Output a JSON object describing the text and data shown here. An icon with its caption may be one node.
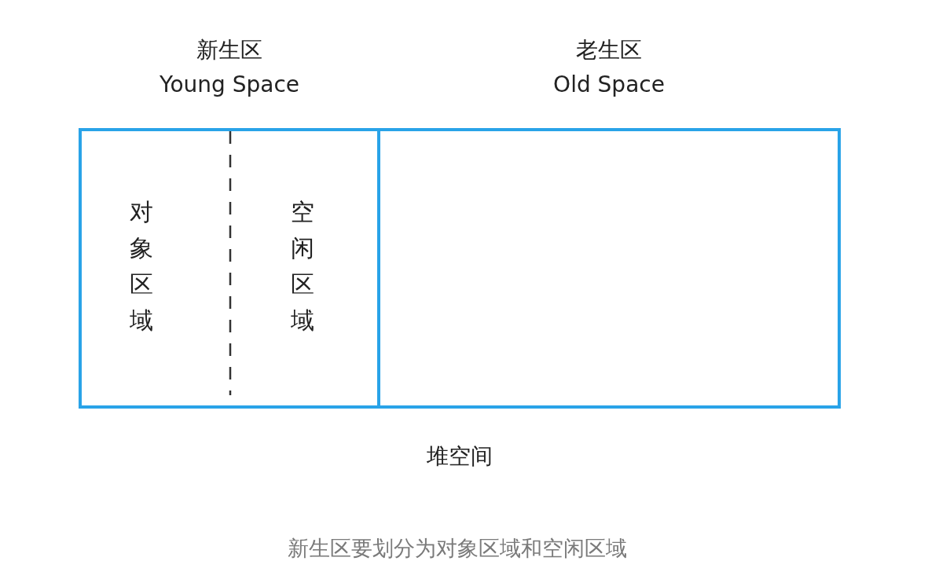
{
  "diagram": {
    "caption": "新生区要划分为对象区域和空闲区域",
    "nodes": [
      {
        "text": [
          "新生区",
          "Young Space"
        ]
      },
      {
        "text": [
          "对象区域"
        ],
        "in": 0
      },
      {
        "text": [
          "空闲区域"
        ],
        "in": 0
      },
      {
        "text": [
          "老生区",
          "Old Space"
        ]
      }
    ],
    "edges": [],
    "labels": [
      "堆空间"
    ]
  }
}
